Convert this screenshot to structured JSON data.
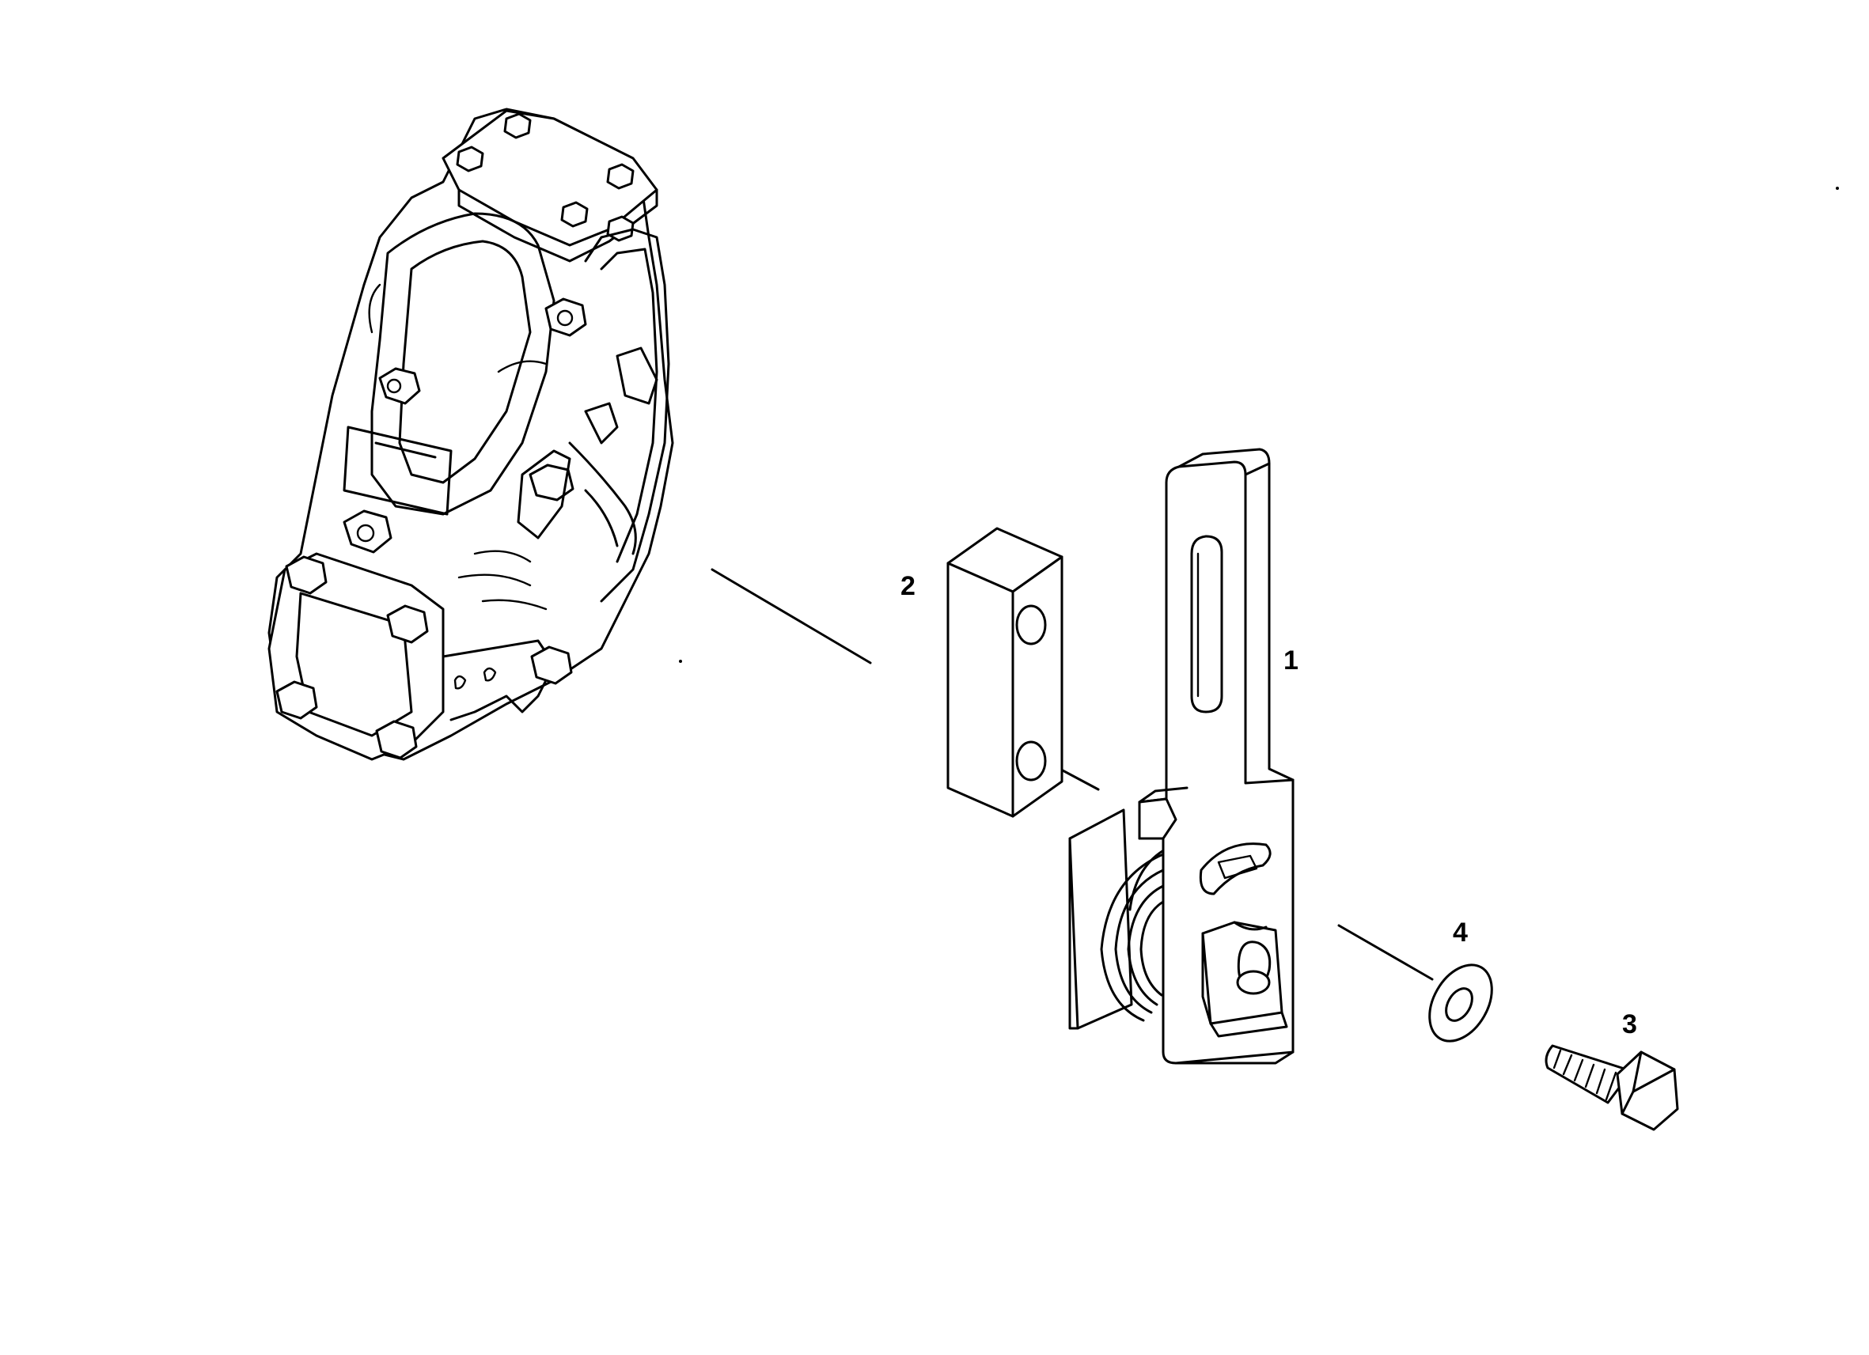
{
  "callouts": [
    {
      "part": "lever",
      "label": "1"
    },
    {
      "part": "spacer-block",
      "label": "2"
    },
    {
      "part": "hex-bolt",
      "label": "3"
    },
    {
      "part": "washer",
      "label": "4"
    }
  ],
  "colors": {
    "ink": "#000000",
    "paper": "#ffffff"
  }
}
